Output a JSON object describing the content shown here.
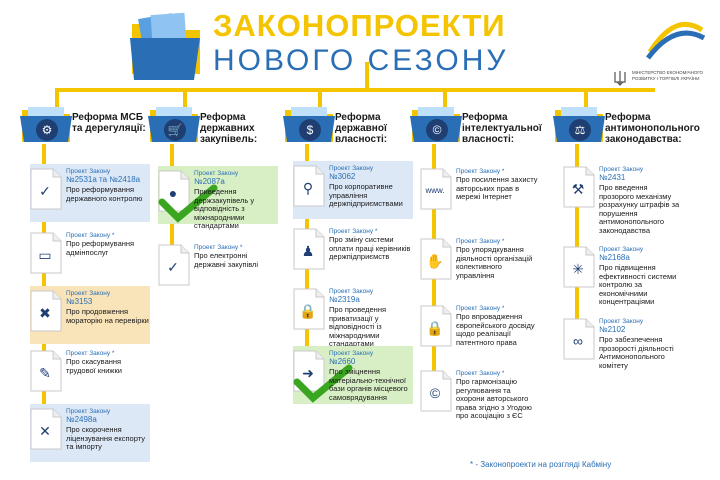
{
  "header": {
    "title_line1": "ЗАКОНОПРОЕКТИ",
    "title_line2": "НОВОГО СЕЗОНУ",
    "ministry": "Міністерство економічного розвитку і торгівлі України"
  },
  "colors": {
    "yellow": "#f5c400",
    "blue": "#2a6fb5",
    "navy": "#1f3f73",
    "green_check": "#3aa61f"
  },
  "columns": [
    {
      "title": "Реформа МСБ та дерегуляції:",
      "icon": "gear-icon",
      "bills": [
        {
          "label": "Проект Закону",
          "number": "№2531а та №2418а",
          "desc": "Про реформування державного контролю",
          "highlight": "blue",
          "icon": "clipboard-icon"
        },
        {
          "label": "Проект Закону *",
          "number": "",
          "desc": "Про реформування адмінпослуг",
          "highlight": "none",
          "icon": "wallet-icon"
        },
        {
          "label": "Проект Закону",
          "number": "№3153",
          "desc": "Про продовження мораторію на перевірки",
          "highlight": "orange",
          "icon": "stop-hand-icon"
        },
        {
          "label": "Проект Закону *",
          "number": "",
          "desc": "Про скасування трудової книжки",
          "highlight": "none",
          "icon": "book-cancel-icon"
        },
        {
          "label": "Проект Закону",
          "number": "№2498а",
          "desc": "Про скорочення ліцензування експорту та імпорту",
          "highlight": "blue",
          "icon": "cross-circle-icon"
        }
      ]
    },
    {
      "title": "Реформа державних закупівель:",
      "icon": "cart-icon",
      "bills": [
        {
          "label": "Проект Закону",
          "number": "№2087а",
          "desc": "Приведення держзакупівель у відповідність з міжнародними стандартами",
          "highlight": "green",
          "icon": "coins-icon"
        },
        {
          "label": "Проект Закону *",
          "number": "",
          "desc": "Про електронні державні закупівлі",
          "highlight": "none",
          "icon": "cart-check-icon"
        }
      ]
    },
    {
      "title": "Реформа державної власності:",
      "icon": "money-bag-icon",
      "bills": [
        {
          "label": "Проект Закону",
          "number": "№3062",
          "desc": "Про корпоративне управління держпідприємствами",
          "highlight": "blue",
          "icon": "person-search-icon"
        },
        {
          "label": "Проект Закону *",
          "number": "",
          "desc": "Про зміну системи оплати праці керівників держпідприємств",
          "highlight": "none",
          "icon": "manager-icon"
        },
        {
          "label": "Проект Закону",
          "number": "№2319а",
          "desc": "Про проведення приватизації у відповідності із міжнародними стандартами",
          "highlight": "none",
          "icon": "lock-icon"
        },
        {
          "label": "Проект Закону",
          "number": "№2660",
          "desc": "Про зміцнення матеріально-технічної бази органів місцевого самоврядування",
          "highlight": "green",
          "icon": "arrow-right-icon"
        }
      ]
    },
    {
      "title": "Реформа інтелектуальної власності:",
      "icon": "copyright-icon",
      "bills": [
        {
          "label": "Проект Закону *",
          "number": "",
          "desc": "Про посилення захисту авторських прав в мережі Інтернет",
          "highlight": "none",
          "icon": "www-icon"
        },
        {
          "label": "Проект Закону *",
          "number": "",
          "desc": "Про упорядкування діяльності організацій колективного управління",
          "highlight": "none",
          "icon": "hands-icon"
        },
        {
          "label": "Проект Закону *",
          "number": "",
          "desc": "Про впровадження європейського досвіду щодо реалізації патентного права",
          "highlight": "none",
          "icon": "lock-icon"
        },
        {
          "label": "Проект Закону *",
          "number": "",
          "desc": "Про гармонізацію регулювання та охорони авторського права згідно з Угодою про асоціацію з ЄС",
          "highlight": "none",
          "icon": "copyright-icon"
        }
      ]
    },
    {
      "title": "Реформа антимонопольного законодавства:",
      "icon": "scales-icon",
      "bills": [
        {
          "label": "Проект Закону",
          "number": "№2431",
          "desc": "Про введення прозорого механізму розрахунку штрафів за порушення антимонопольного законодавства",
          "highlight": "none",
          "icon": "gavel-icon"
        },
        {
          "label": "Проект Закону",
          "number": "№2168а",
          "desc": "Про підвищення ефективності системи контролю за економічними концентраціями",
          "highlight": "none",
          "icon": "network-icon"
        },
        {
          "label": "Проект Закону",
          "number": "№2102",
          "desc": "Про забезпечення прозорості діяльності Антимонопольного комітету",
          "highlight": "none",
          "icon": "binoculars-icon"
        }
      ]
    }
  ],
  "footer": {
    "note": "* - Законопроекти на розгляді Кабміну"
  }
}
